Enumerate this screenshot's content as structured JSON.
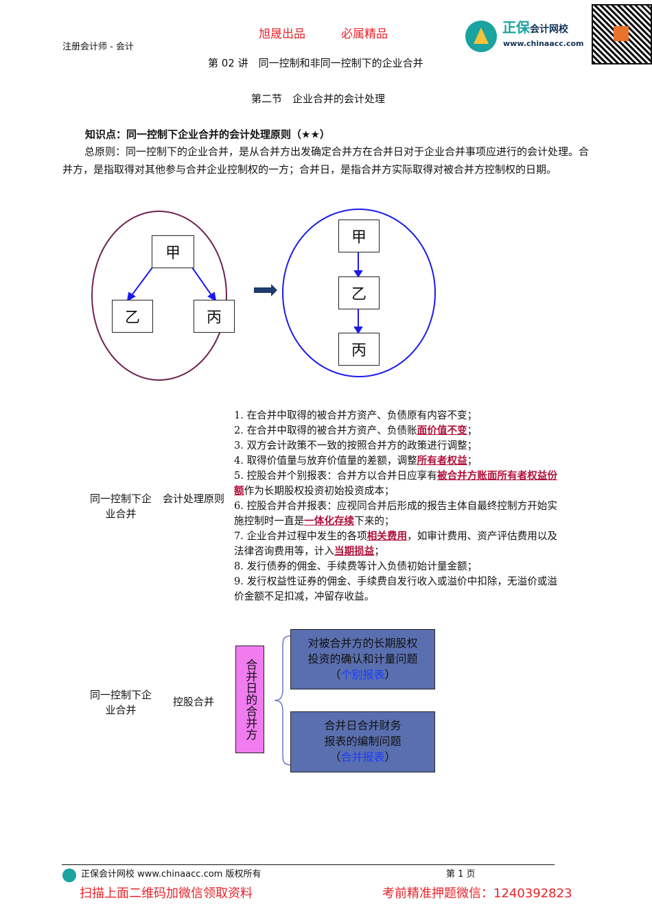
{
  "header": {
    "slogan_left": "旭晟出品",
    "slogan_right": "必属精品",
    "course": "注册会计师 - 会计",
    "lecture": "第 02 讲　同一控制和非同一控制下的企业合并",
    "logo_name": "正保",
    "logo_sub": "会计网校",
    "logo_url": "www.chinaacc.com"
  },
  "section_title": "第二节　企业合并的会计处理",
  "knowledge_title": "知识点：同一控制下企业合并的会计处理原则（★★）",
  "paragraph": "总原则：同一控制下的企业合并，是从合并方出发确定合并方在合并日对于企业合并事项应进行的会计处理。合并方，是指取得对其他参与合并企业控制权的一方；合并日，是指合并方实际取得对被合并方控制权的日期。",
  "diagram": {
    "left": {
      "top": "甲",
      "bl": "乙",
      "br": "丙"
    },
    "right": {
      "n1": "甲",
      "n2": "乙",
      "n3": "丙"
    },
    "left_circle_color": "#6b2050",
    "right_circle_color": "#1a1aee"
  },
  "table1": {
    "col1": "同一控制下企业合并",
    "col2": "会计处理原则",
    "items": [
      {
        "pre": "1. 在合并中取得的被合并方资产、负债原有内容不变；",
        "hl": "",
        "post": ""
      },
      {
        "pre": "2. 在合并中取得的被合并方资产、负债账",
        "hl": "面价值不变",
        "post": "；"
      },
      {
        "pre": "3. 双方会计政策不一致的按照合并方的政策进行调整；",
        "hl": "",
        "post": ""
      },
      {
        "pre": "4. 取得价值量与放弃价值量的差额，调整",
        "hl": "所有者权益",
        "post": "；"
      },
      {
        "pre": "5. 控股合并个别报表：合并方以合并日应享有",
        "hl": "被合并方账面所有者权益份额",
        "post": "作为长期股权投资初始投资成本；"
      },
      {
        "pre": "6. 控股合并合并报表：应视同合并后形成的报告主体自最终控制方开始实施控制时一直是",
        "hl": "一体化存续",
        "post": "下来的；"
      },
      {
        "pre": "7. 企业合并过程中发生的各项",
        "hl": "相关费用",
        "post": "，如审计费用、资产评估费用以及法律咨询费用等，计入"
      },
      {
        "pre": "",
        "hl": "当期损益",
        "post": "；"
      },
      {
        "pre": "8. 发行债券的佣金、手续费等计入负债初始计量金额；",
        "hl": "",
        "post": ""
      },
      {
        "pre": "9. 发行权益性证券的佣金、手续费自发行收入或溢价中扣除，无溢价或溢价金额不足扣减，冲留存收益。",
        "hl": "",
        "post": ""
      }
    ]
  },
  "table2": {
    "col1": "同一控制下企业合并",
    "col2": "控股合并",
    "pink_label": "合并日的合并方",
    "box1": {
      "line1": "对被合并方的长期股权",
      "line2": "投资的确认和计量问题",
      "paren": "个别报表"
    },
    "box2": {
      "line1": "合并日合并财务",
      "line2": "报表的编制问题",
      "paren": "合并报表"
    }
  },
  "footer": {
    "copyright": "正保会计网校 www.chinaacc.com 版权所有",
    "page": "第 1 页",
    "promo_left": "扫描上面二维码加微信领取资料",
    "promo_right": "考前精准押题微信：1240392823"
  }
}
